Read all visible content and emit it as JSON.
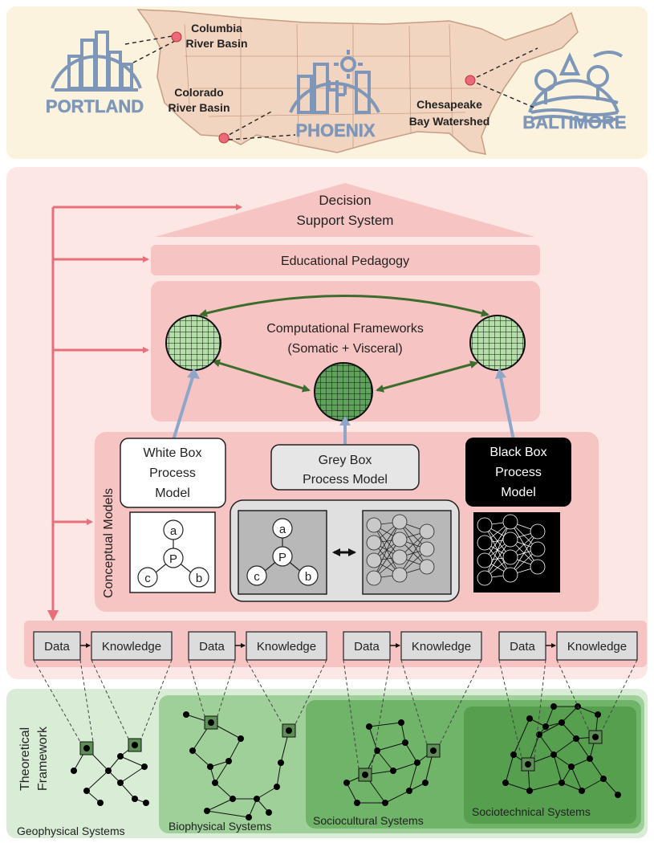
{
  "map": {
    "cities": {
      "portland": "PORTLAND",
      "phoenix": "PHOENIX",
      "baltimore": "BALTIMORE"
    },
    "basins": {
      "columbia_1": "Columbia",
      "columbia_2": "River Basin",
      "colorado_1": "Colorado",
      "colorado_2": "River Basin",
      "chesapeake_1": "Chesapeake",
      "chesapeake_2": "Bay Watershed"
    }
  },
  "dss": {
    "line1": "Decision",
    "line2": "Support System"
  },
  "pedagogy": "Educational Pedagogy",
  "computational": {
    "line1": "Computational Frameworks",
    "line2": "(Somatic + Visceral)"
  },
  "conceptual_models_label": "Conceptual Models",
  "process_models": {
    "white": [
      "White Box",
      "Process",
      "Model"
    ],
    "grey": [
      "Grey Box",
      "Process Model"
    ],
    "black": [
      "Black Box",
      "Process",
      "Model"
    ]
  },
  "node_letters": {
    "a": "a",
    "p": "P",
    "b": "b",
    "c": "c"
  },
  "pipeline": {
    "data": "Data",
    "knowledge": "Knowledge"
  },
  "theoretical_framework": {
    "line1": "Theoretical",
    "line2": "Framework"
  },
  "systems": {
    "geophysical": "Geophysical Systems",
    "biophysical": "Biophysical Systems",
    "sociocultural": "Sociocultural Systems",
    "sociotechnical": "Sociotechnical Systems"
  },
  "colors": {
    "map_bg": "#fbf3de",
    "pink_panel": "#fde7e5",
    "pink_box": "#f7c4c4",
    "arrow": "#e8707a",
    "green_arrow": "#3c6d2c",
    "blue_arrow": "#8ea6c8"
  }
}
